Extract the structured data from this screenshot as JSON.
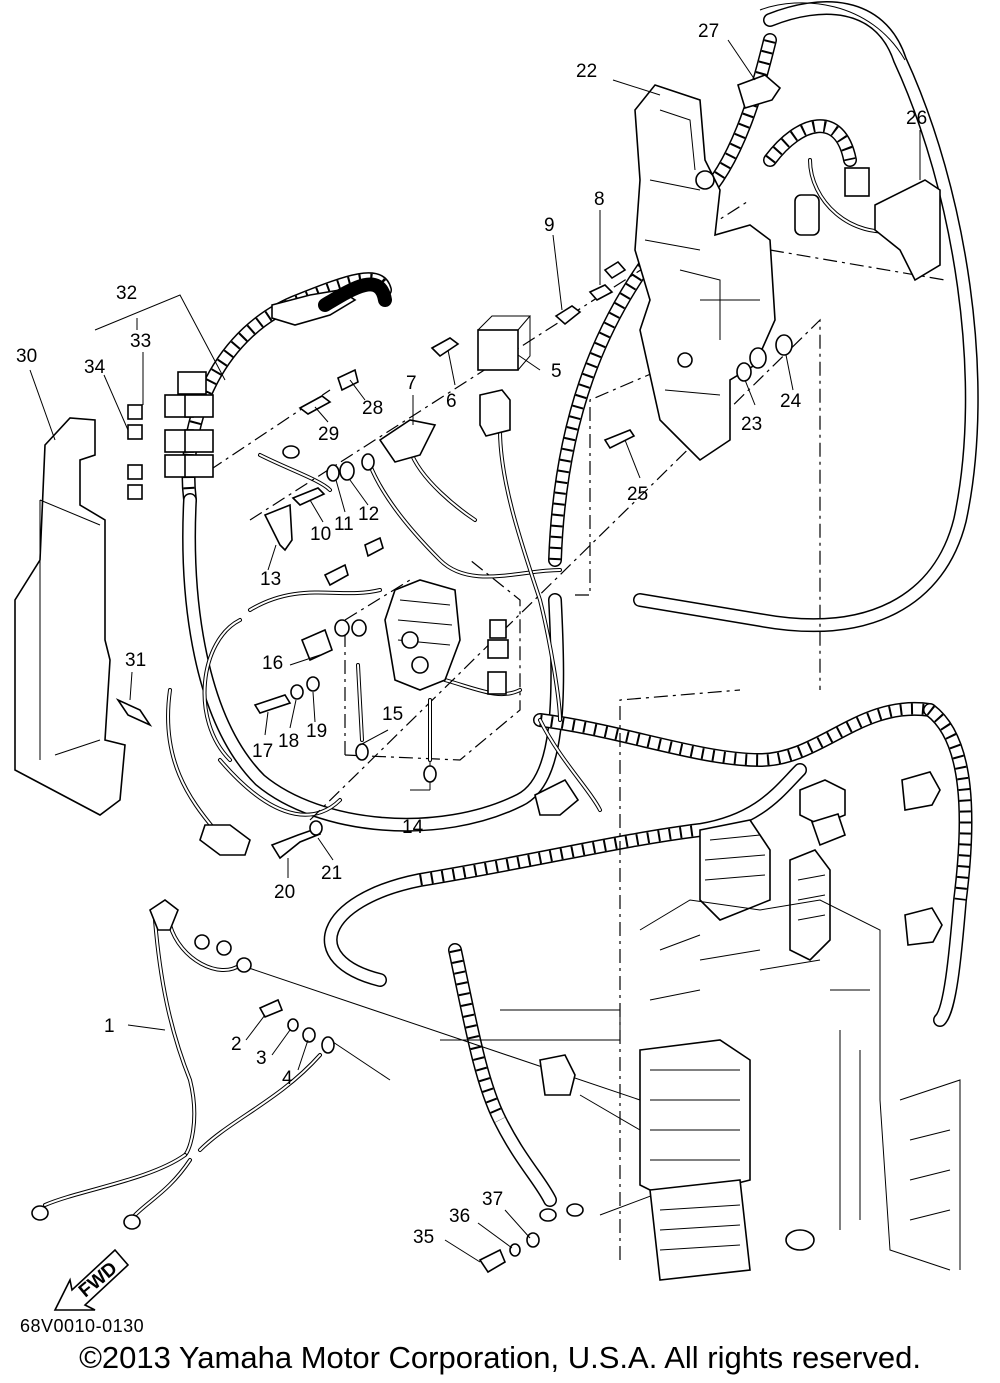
{
  "diagram": {
    "code": "68V0010-0130",
    "copyright": "©2013 Yamaha Motor Corporation, U.S.A. All rights reserved.",
    "fwd_label": "FWD",
    "callouts": [
      "1",
      "2",
      "3",
      "4",
      "5",
      "6",
      "7",
      "8",
      "9",
      "10",
      "11",
      "12",
      "13",
      "14",
      "15",
      "16",
      "17",
      "18",
      "19",
      "20",
      "21",
      "22",
      "23",
      "24",
      "25",
      "26",
      "27",
      "28",
      "29",
      "30",
      "31",
      "32",
      "33",
      "34",
      "35",
      "36",
      "37"
    ]
  }
}
